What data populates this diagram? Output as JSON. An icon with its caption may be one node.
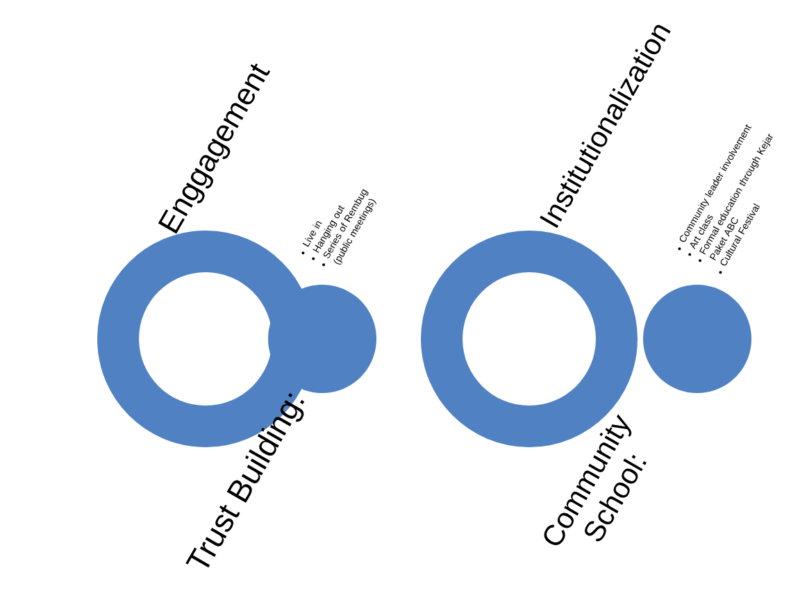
{
  "diagram": {
    "nodes": [
      {
        "text": [
          "Enggagement"
        ]
      },
      {
        "text": [
          "Trust Building:"
        ],
        "beside": [
          "Live in",
          "Hanging out",
          "Series of Rembug (public meetings)"
        ]
      },
      {
        "text": [
          "Institutionalization"
        ]
      },
      {
        "text": [
          "Community School:"
        ],
        "beside": [
          "Community leader involvement",
          "Art class",
          "Formal education through Kejar Paket ABC",
          "Cultural Festival"
        ]
      }
    ],
    "edges": []
  }
}
